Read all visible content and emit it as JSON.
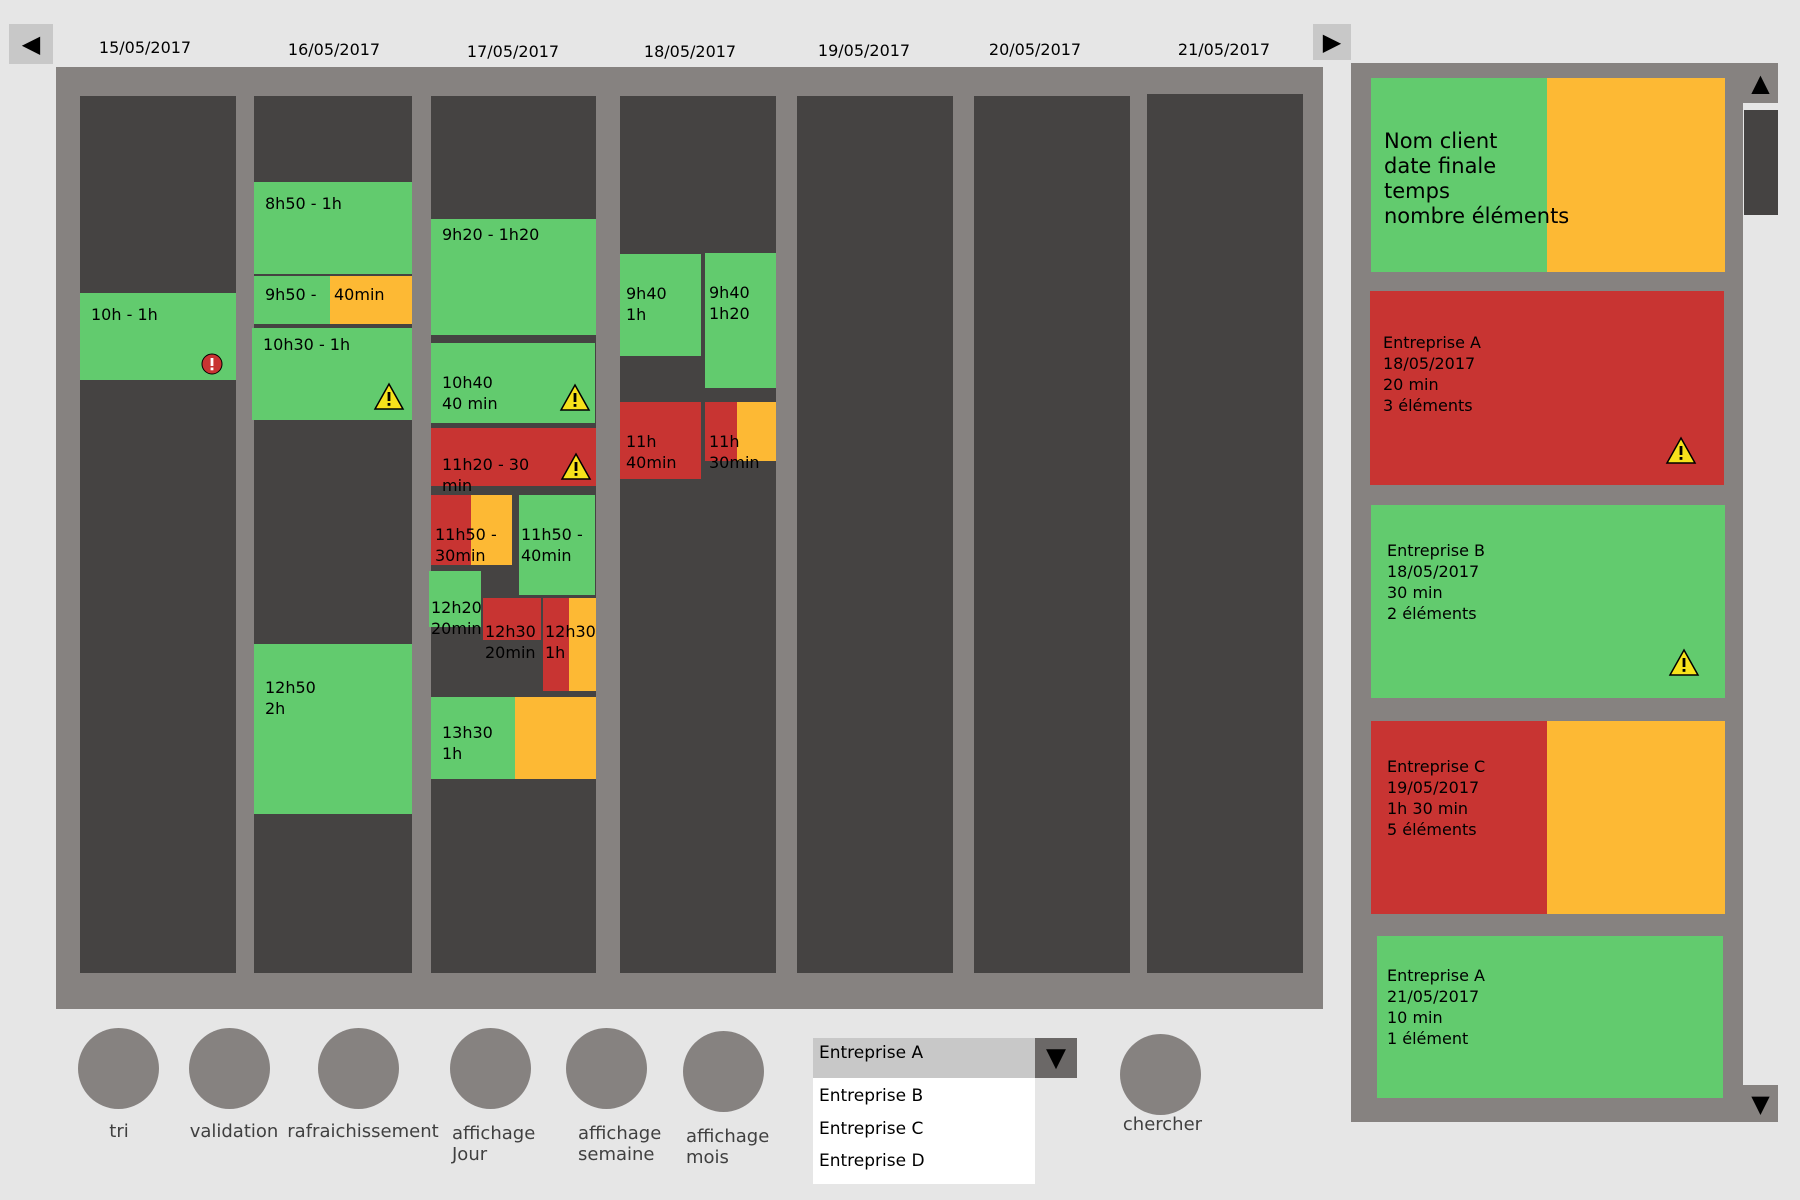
{
  "nav": {
    "prev": "◀",
    "next": "▶"
  },
  "dates": [
    "15/05/2017",
    "16/05/2017",
    "17/05/2017",
    "18/05/2017",
    "19/05/2017",
    "20/05/2017",
    "21/05/2017"
  ],
  "events": {
    "d1e1": "10h - 1h",
    "d2e1": "8h50 - 1h",
    "d2e2a": "9h50  -",
    "d2e2b": "40min",
    "d2e3": "10h30 - 1h",
    "d2e4": "12h50\n2h",
    "d3e1": "9h20 - 1h20",
    "d3e2": "10h40\n40 min",
    "d3e3": "11h20 - 30\nmin",
    "d3e4": "11h50 -\n30min",
    "d3e5": "11h50 -\n40min",
    "d3e6": "12h20\n20min",
    "d3e7": "12h30\n20min",
    "d3e8": "12h30\n1h",
    "d3e9": "13h30\n1h",
    "d4e1": "9h40\n1h",
    "d4e2": "9h40\n1h20",
    "d4e3": "11h\n40min",
    "d4e4": "11h\n30min"
  },
  "side_cards": [
    {
      "text": "Nom client\ndate finale\ntemps\nnombre éléments"
    },
    {
      "text": "Entreprise A\n18/05/2017\n20 min\n3 éléments"
    },
    {
      "text": "Entreprise B\n18/05/2017\n30 min\n2 éléments"
    },
    {
      "text": "Entreprise C\n19/05/2017\n1h 30 min\n5 éléments"
    },
    {
      "text": "Entreprise A\n21/05/2017\n10 min\n1 élément"
    }
  ],
  "scroll": {
    "up": "▲",
    "down": "▼"
  },
  "buttons": {
    "tri": "tri",
    "validation": "validation",
    "refresh": "rafraichissement",
    "day": "affichage\nJour",
    "week": "affichage\nsemaine",
    "month": "affichage\nmois",
    "search": "chercher"
  },
  "dropdown": {
    "selected": "Entreprise A",
    "arrow": "▼",
    "options": [
      "Entreprise B",
      "Entreprise C",
      "Entreprise D"
    ]
  },
  "colors": {
    "ok": "#62cb6e",
    "late": "#c83432",
    "partial": "#fdb934",
    "panel": "#868280",
    "column": "#454342"
  },
  "icons": {
    "warning": "warning-icon",
    "error": "error-icon"
  }
}
